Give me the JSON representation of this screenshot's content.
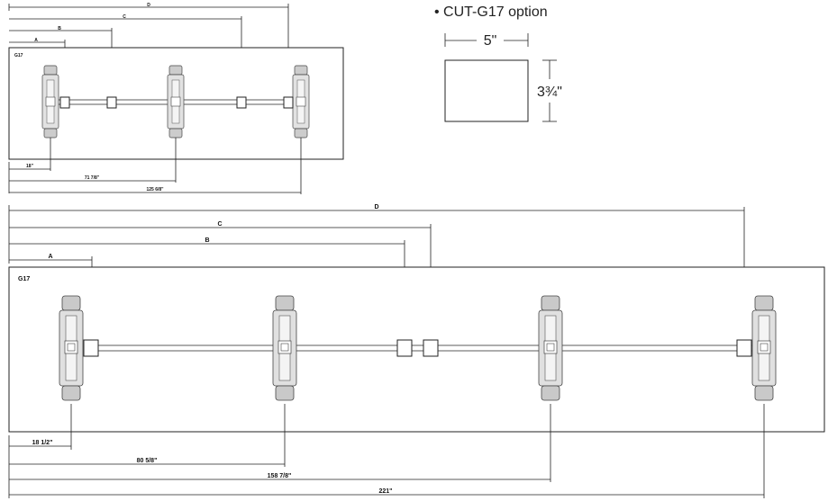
{
  "option_note": "• CUT-G17 option",
  "cutout": {
    "width_label": "5\"",
    "height_label": "3¾\""
  },
  "small_diagram": {
    "panel_label": "G17",
    "top_dims": [
      "A",
      "B",
      "C",
      "D"
    ],
    "bottom_dims": [
      "18\"",
      "71 7/8\"",
      "125 6/8\""
    ]
  },
  "large_diagram": {
    "panel_label": "G17",
    "top_dims": [
      "A",
      "B",
      "C",
      "D"
    ],
    "bottom_dims": [
      "18 1/2\"",
      "80 5/8\"",
      "158 7/8\"",
      "221\""
    ]
  }
}
